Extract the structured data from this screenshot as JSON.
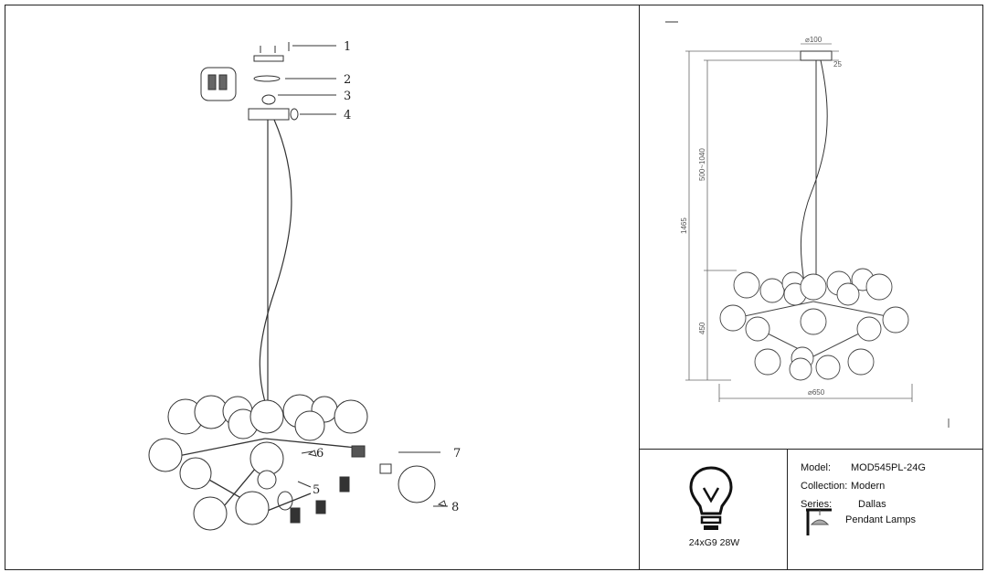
{
  "callouts": [
    "1",
    "2",
    "3",
    "4",
    "5",
    "6",
    "7",
    "8"
  ],
  "dimensions": {
    "canopy_width": "⌀100",
    "canopy_height": "25",
    "total_height": "1465",
    "cable_range": "500~1040",
    "body_height": "450",
    "body_diameter": "⌀650"
  },
  "lamp_spec": "24xG9 28W",
  "info": {
    "model_label": "Model:",
    "model_value": "MOD545PL-24G",
    "collection_label": "Collection:",
    "collection_value": "Modern",
    "series_label": "Series:",
    "series_value": "Dallas",
    "type_value": "Pendant Lamps"
  },
  "icons": [
    "lightbulb-icon",
    "pendant-lamp-icon"
  ]
}
